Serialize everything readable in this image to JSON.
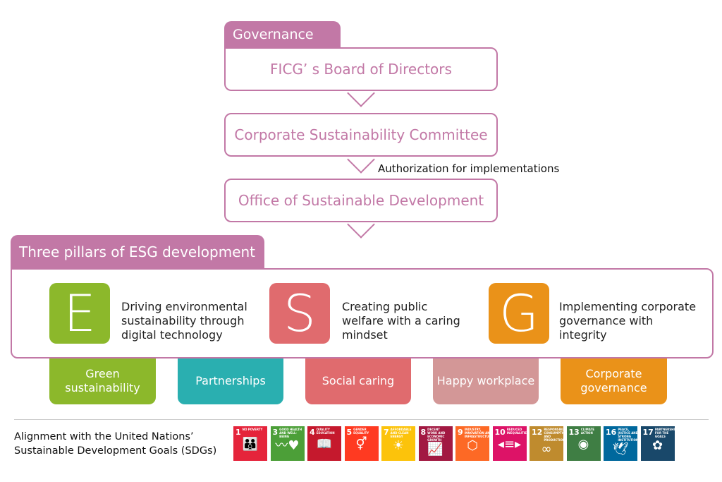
{
  "governance": {
    "tab": "Governance",
    "board": "FICG’ s Board of Directors",
    "committee": "Corporate Sustainability Committee",
    "authorization": "Authorization for implementations",
    "office": "Office of Sustainable Development"
  },
  "pillars": {
    "tab": "Three pillars of ESG development",
    "items": [
      {
        "letter": "E",
        "text": "Driving environmental sustainability through digital technology",
        "color": "#8cb82b"
      },
      {
        "letter": "S",
        "text": "Creating public welfare with a caring mindset",
        "color": "#e06b6e"
      },
      {
        "letter": "G",
        "text": "Implementing corporate governance with integrity",
        "color": "#ea9219"
      }
    ]
  },
  "themes": [
    {
      "label": "Green sustainability",
      "color": "#8cb82b"
    },
    {
      "label": "Partnerships",
      "color": "#2aafb0"
    },
    {
      "label": "Social caring",
      "color": "#e06b6e"
    },
    {
      "label": "Happy workplace",
      "color": "#d39797"
    },
    {
      "label": "Corporate governance",
      "color": "#ea9219"
    }
  ],
  "sdg": {
    "label": "Alignment with the United Nations’ Sustainable Development Goals (SDGs)",
    "goals": [
      {
        "num": "1",
        "title": "NO POVERTY",
        "color": "#e5243b",
        "icon": "people-icon"
      },
      {
        "num": "3",
        "title": "GOOD HEALTH AND WELL-BEING",
        "color": "#4c9f38",
        "icon": "heartbeat-icon"
      },
      {
        "num": "4",
        "title": "QUALITY EDUCATION",
        "color": "#c5192d",
        "icon": "book-icon"
      },
      {
        "num": "5",
        "title": "GENDER EQUALITY",
        "color": "#ff3a21",
        "icon": "gender-icon"
      },
      {
        "num": "7",
        "title": "AFFORDABLE AND CLEAN ENERGY",
        "color": "#fcc30b",
        "icon": "sun-icon"
      },
      {
        "num": "8",
        "title": "DECENT WORK AND ECONOMIC GROWTH",
        "color": "#a21942",
        "icon": "growth-chart-icon"
      },
      {
        "num": "9",
        "title": "INDUSTRY, INNOVATION AND INFRASTRUCTURE",
        "color": "#fd6925",
        "icon": "cubes-icon"
      },
      {
        "num": "10",
        "title": "REDUCED INEQUALITIES",
        "color": "#dd1367",
        "icon": "equality-arrows-icon"
      },
      {
        "num": "12",
        "title": "RESPONSIBLE CONSUMPTION AND PRODUCTION",
        "color": "#bf8b2e",
        "icon": "infinity-icon"
      },
      {
        "num": "13",
        "title": "CLIMATE ACTION",
        "color": "#3f7e44",
        "icon": "eye-globe-icon"
      },
      {
        "num": "16",
        "title": "PEACE, JUSTICE AND STRONG INSTITUTIONS",
        "color": "#00689d",
        "icon": "dove-icon"
      },
      {
        "num": "17",
        "title": "PARTNERSHIPS FOR THE GOALS",
        "color": "#19486a",
        "icon": "rings-icon"
      }
    ]
  }
}
